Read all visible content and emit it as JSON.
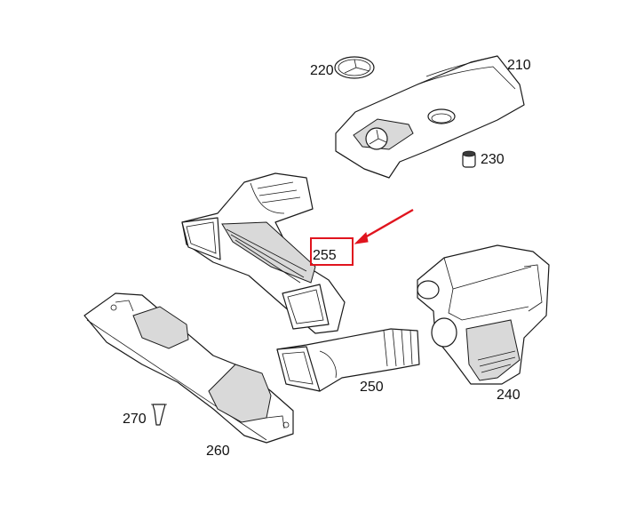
{
  "parts": [
    {
      "id": "p220",
      "number": "220",
      "name": "emblem-star"
    },
    {
      "id": "p210",
      "number": "210",
      "name": "engine-cover"
    },
    {
      "id": "p230",
      "number": "230",
      "name": "grommet"
    },
    {
      "id": "p255",
      "number": "255",
      "name": "intake-duct"
    },
    {
      "id": "p240",
      "number": "240",
      "name": "air-filter-housing"
    },
    {
      "id": "p250",
      "number": "250",
      "name": "intake-hose"
    },
    {
      "id": "p270",
      "number": "270",
      "name": "clip"
    },
    {
      "id": "p260",
      "number": "260",
      "name": "cover-panel"
    }
  ],
  "highlight": {
    "part": "255",
    "color": "#e0141e"
  }
}
